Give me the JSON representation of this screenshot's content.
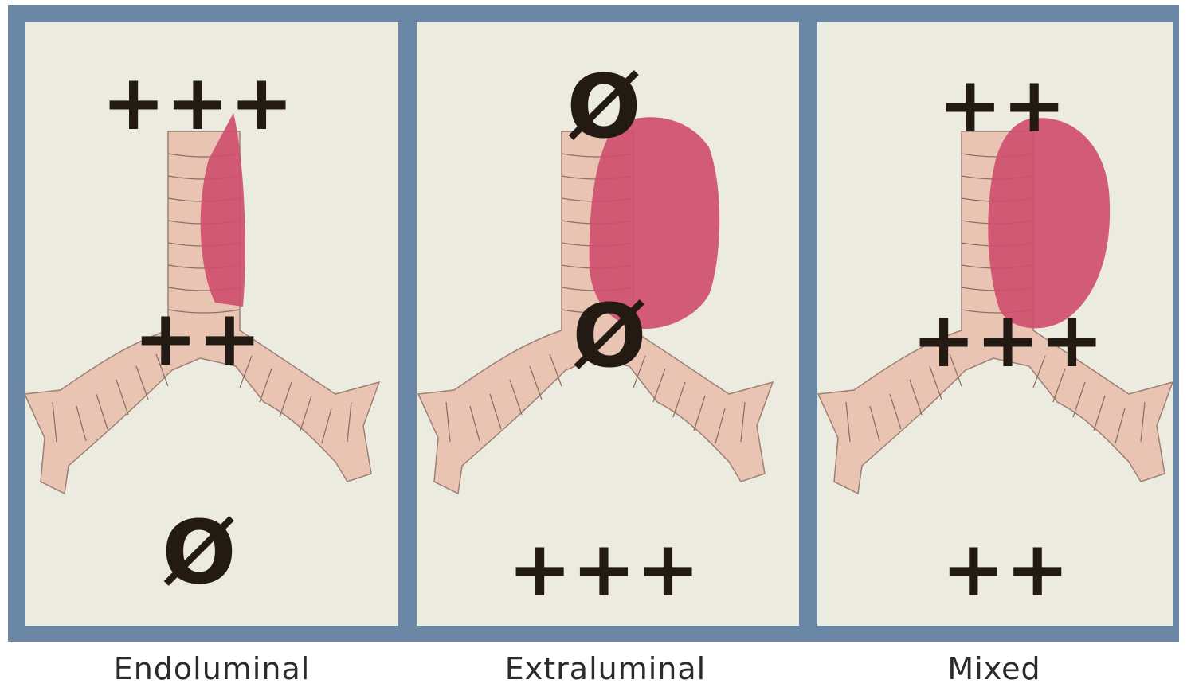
{
  "panels": [
    {
      "id": "endoluminal",
      "caption": "Endoluminal",
      "markers": {
        "top": "+++",
        "carina": "++",
        "bottom": "Ø"
      }
    },
    {
      "id": "extraluminal",
      "caption": "Extraluminal",
      "markers": {
        "top": "Ø",
        "carina": "Ø",
        "bottom": "+++"
      }
    },
    {
      "id": "mixed",
      "caption": "Mixed",
      "markers": {
        "top": "++",
        "carina": "+++",
        "bottom": "++"
      }
    }
  ],
  "colors": {
    "frame": "#6b87a6",
    "panel_bg": "#ecebdf",
    "airway": "#e9c4b3",
    "tumor": "#cf4f6e",
    "marker": "#231a14"
  }
}
